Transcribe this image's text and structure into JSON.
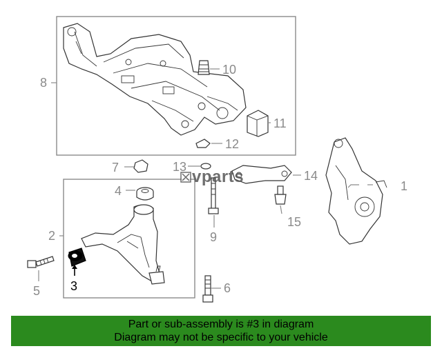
{
  "callouts": {
    "c1": "1",
    "c2": "2",
    "c3": "3",
    "c4": "4",
    "c5": "5",
    "c6": "6",
    "c7": "7",
    "c8": "8",
    "c9": "9",
    "c10": "10",
    "c11": "11",
    "c12": "12",
    "c13": "13",
    "c14": "14",
    "c15": "15"
  },
  "watermark": "vparts",
  "banner": {
    "line1": "Part or sub-assembly is #3 in diagram",
    "line2": "Diagram may not be specific to your vehicle"
  },
  "colors": {
    "banner_bg": "#2b8a1e",
    "highlight_part": "#000000",
    "leader_gray": "#8a8a8a"
  }
}
